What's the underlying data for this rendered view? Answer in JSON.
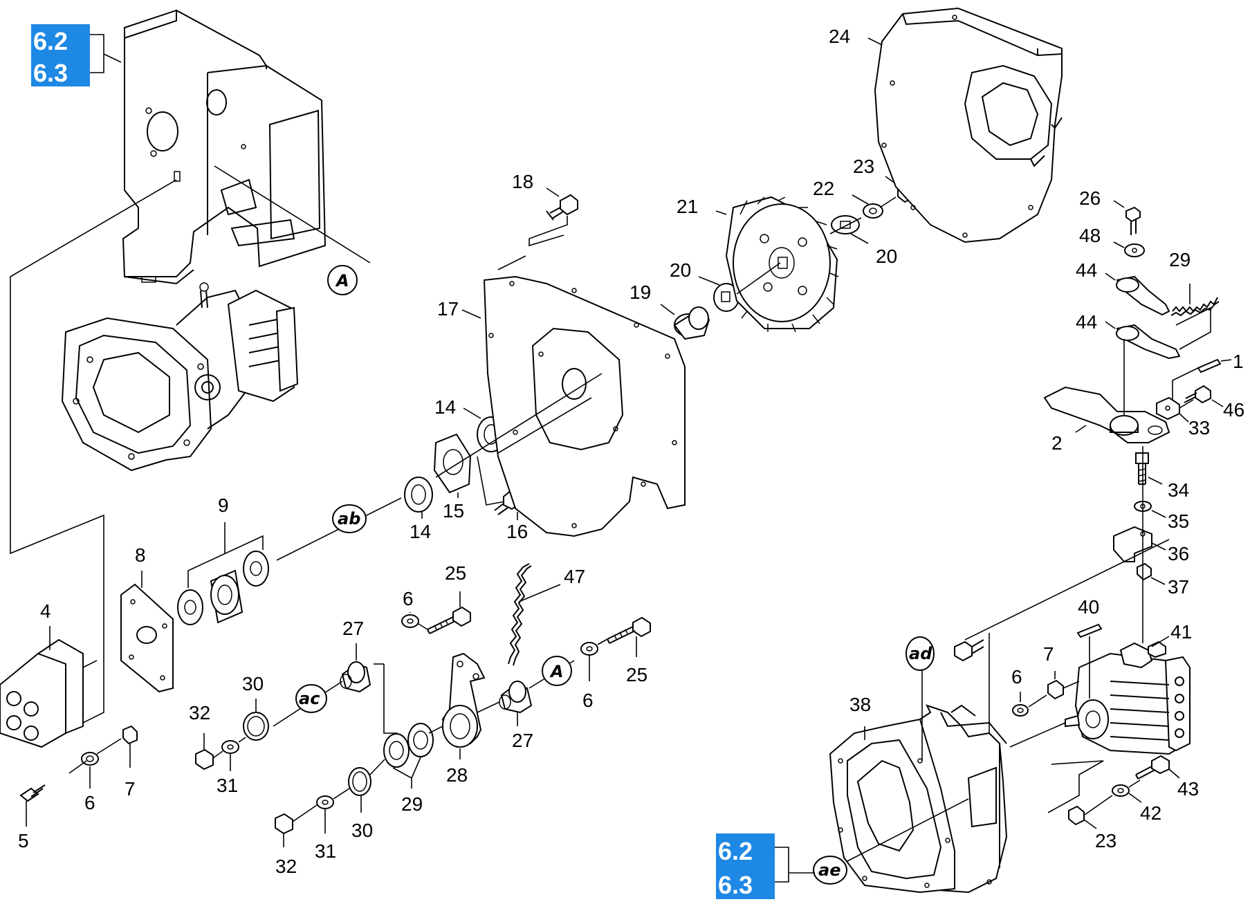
{
  "section_badges": {
    "top_left": [
      "6.2",
      "6.3"
    ],
    "bottom_right": [
      "6.2",
      "6.3"
    ]
  },
  "ref_tags": {
    "A_upper": "A",
    "ab": "ab",
    "ac": "ac",
    "A_lower": "A",
    "ad": "ad",
    "ae": "ae"
  },
  "parts": {
    "p1": "1",
    "p2": "2",
    "p4": "4",
    "p5": "5",
    "p6a": "6",
    "p6b": "6",
    "p6c": "6",
    "p6d": "6",
    "p7a": "7",
    "p7b": "7",
    "p8": "8",
    "p9": "9",
    "p14a": "14",
    "p14b": "14",
    "p15": "15",
    "p16": "16",
    "p17": "17",
    "p18": "18",
    "p19": "19",
    "p20a": "20",
    "p20b": "20",
    "p21": "21",
    "p22": "22",
    "p23a": "23",
    "p23b": "23",
    "p24": "24",
    "p25a": "25",
    "p25b": "25",
    "p26": "26",
    "p27a": "27",
    "p27b": "27",
    "p28": "28",
    "p29a": "29",
    "p29b": "29",
    "p30a": "30",
    "p30b": "30",
    "p31a": "31",
    "p31b": "31",
    "p32a": "32",
    "p32b": "32",
    "p33": "33",
    "p34": "34",
    "p35": "35",
    "p36": "36",
    "p37": "37",
    "p38": "38",
    "p40": "40",
    "p41": "41",
    "p42": "42",
    "p43": "43",
    "p44a": "44",
    "p44b": "44",
    "p46": "46",
    "p47": "47",
    "p48": "48"
  },
  "colors": {
    "badge": "#1e88e5",
    "line": "#000000",
    "background": "#ffffff"
  }
}
